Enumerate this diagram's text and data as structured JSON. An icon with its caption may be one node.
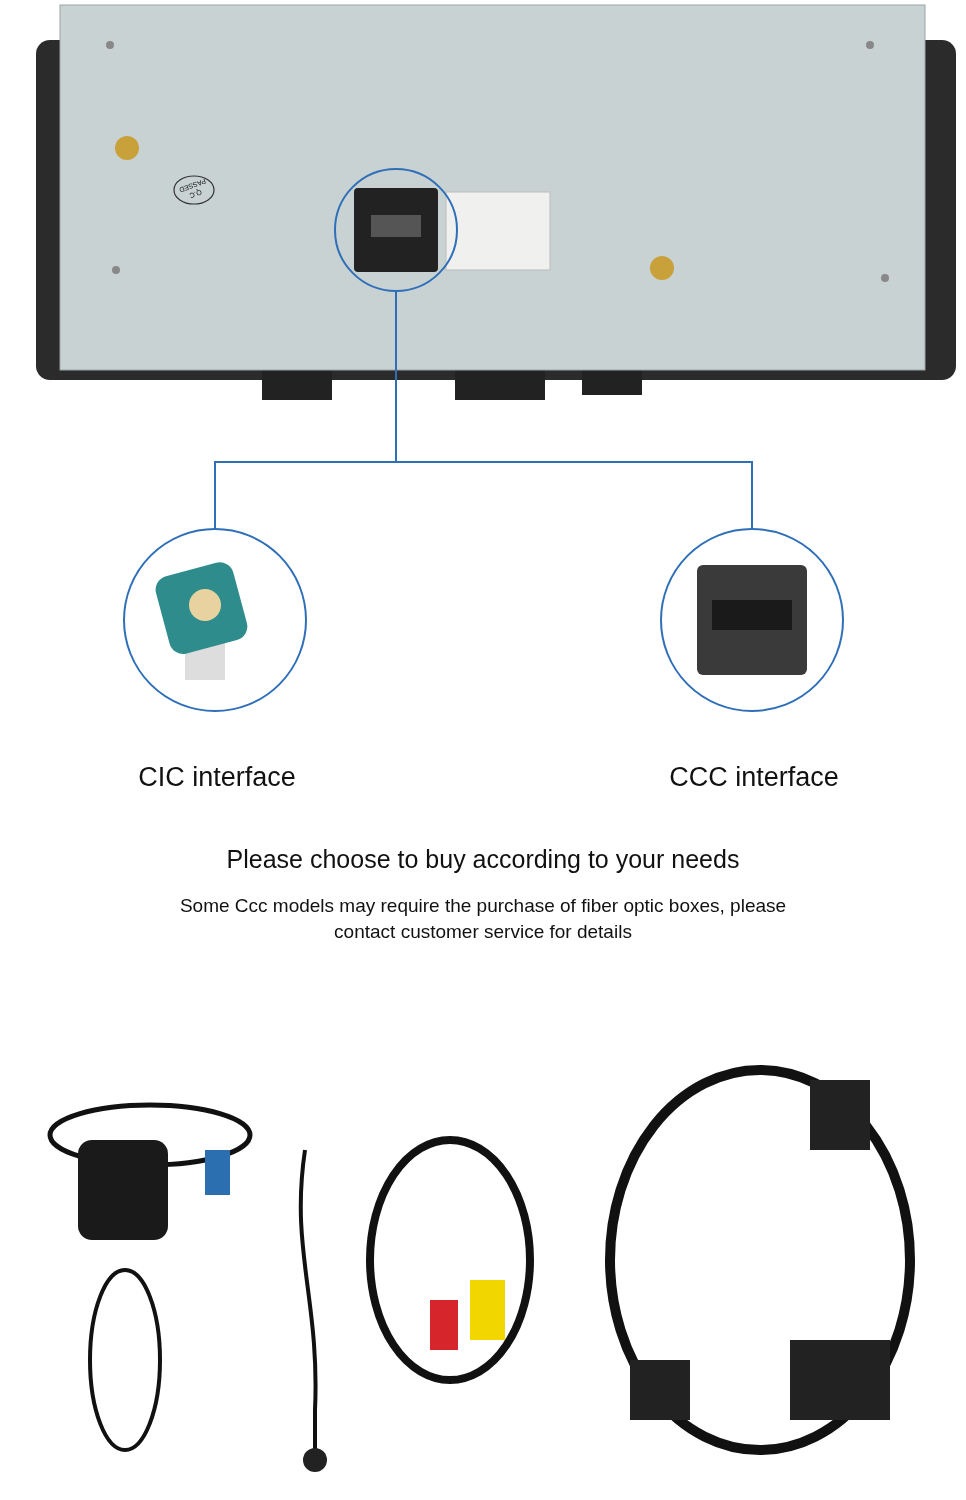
{
  "diagram": {
    "nodes": [
      {
        "text": [],
        "shape": "picture"
      },
      {
        "text": [],
        "shape": "picture",
        "beside": [
          "CIC interface"
        ]
      },
      {
        "text": [],
        "shape": "picture",
        "beside": [
          "CCC interface"
        ]
      }
    ],
    "edges": [
      {
        "from": 0,
        "to": 1,
        "arrow": "none"
      },
      {
        "from": 0,
        "to": 2,
        "arrow": "none"
      }
    ],
    "labels": [
      "Q.C PASSED",
      "Please choose to buy according to your needs",
      "Some Ccc models may require the purchase of fiber optic boxes, please contact customer service for details"
    ]
  }
}
